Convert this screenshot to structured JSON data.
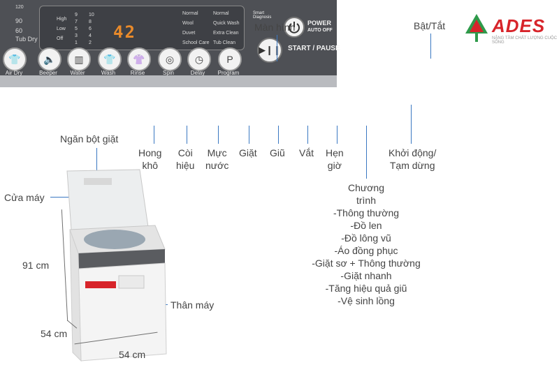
{
  "logo": {
    "text": "ADES",
    "subtitle": "NÂNG TẦM CHẤT LƯỢNG CUỘC SỐNG",
    "brand_color": "#d7242a"
  },
  "panel": {
    "display_digits": "42",
    "buttons": [
      "Air Dry",
      "Beeper",
      "Water",
      "Wash",
      "Rinse",
      "Spin",
      "Delay",
      "Program"
    ],
    "tub_dry": "Tub Dry",
    "tub_dry_values": [
      "120",
      "90",
      "60"
    ],
    "power_text": "POWER",
    "power_sub": "AUTO OFF",
    "start_text": "START / PAUSE",
    "smart_diagnosis": "Smart Diagnosis",
    "levels": [
      "High",
      "Low",
      "Off"
    ],
    "level_numbers_a": [
      "9",
      "7",
      "5",
      "3",
      "1"
    ],
    "level_numbers_b": [
      "10",
      "8",
      "6",
      "4",
      "2"
    ],
    "programs": [
      "Normal",
      "Wool",
      "Duvet",
      "School Care",
      "Normal",
      "Quick Wash",
      "Extra Clean",
      "Tub Clean"
    ]
  },
  "labels": {
    "man_hinh": "Màn hình",
    "bat_tat": "Bật/Tắt",
    "ngan_bot_giat": "Ngăn bột giặt",
    "cua_may": "Cửa máy",
    "than_may": "Thân máy",
    "hong_kho": [
      "Hong",
      "khô"
    ],
    "coi_hieu": [
      "Còi",
      "hiệu"
    ],
    "muc_nuoc": [
      "Mực",
      "nước"
    ],
    "giat": "Giặt",
    "giu": "Giũ",
    "vat": "Vắt",
    "hen_gio": [
      "Hẹn",
      "giờ"
    ],
    "khoi_dong": [
      "Khởi động/",
      "Tạm dừng"
    ],
    "chuong_trinh": [
      "Chương",
      "trình",
      "-Thông thường",
      "-Đồ len",
      "-Đồ lông vũ",
      "-Áo đồng phục",
      "-Giặt sơ + Thông thường",
      "-Giặt nhanh",
      "-Tăng hiệu quả giũ",
      "-Vệ sinh lồng"
    ]
  },
  "dimensions": {
    "height": "91 cm",
    "depth": "54 cm",
    "width": "54 cm"
  },
  "colors": {
    "leader_line": "#3a78c2",
    "panel": "#4e5055",
    "display_digits": "#e98a2a"
  }
}
